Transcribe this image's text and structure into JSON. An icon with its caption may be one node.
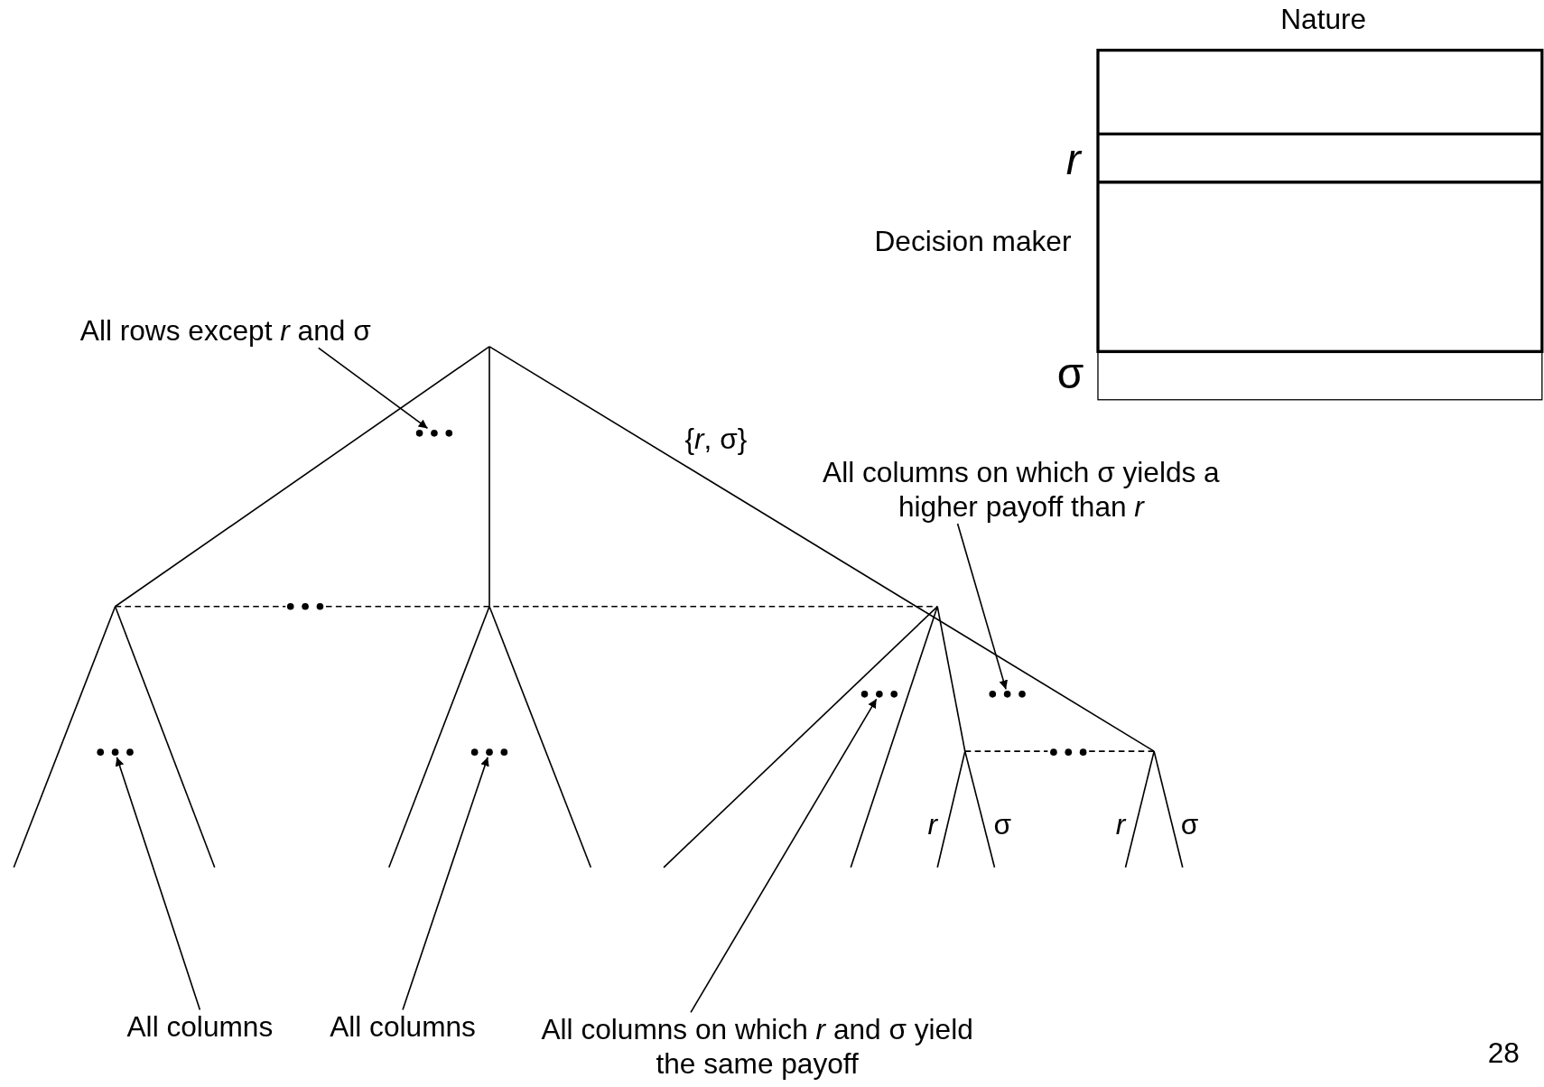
{
  "diagram": {
    "nodes": [
      {
        "text": [
          "All rows except *r* and σ"
        ]
      },
      {
        "text": [],
        "shape": "dots"
      },
      {
        "text": [
          "All columns on which σ yields a higher payoff than *r*"
        ]
      },
      {
        "text": [],
        "shape": "dots"
      },
      {
        "text": [],
        "shape": "dots"
      },
      {
        "text": [],
        "shape": "dots"
      },
      {
        "text": [],
        "shape": "dots"
      },
      {
        "text": [
          "All columns"
        ]
      },
      {
        "text": [
          "All columns"
        ]
      },
      {
        "text": [
          "All columns on which *r* and σ yield the same payoff"
        ]
      }
    ],
    "edges": [
      {
        "from": 0,
        "to": 1,
        "arrow": "to"
      },
      {
        "from": 2,
        "to": 3,
        "arrow": "to"
      },
      {
        "from": 7,
        "to": 4,
        "arrow": "to"
      },
      {
        "from": 8,
        "to": 5,
        "arrow": "to"
      },
      {
        "from": 9,
        "to": 6,
        "arrow": "to"
      }
    ],
    "labels": [
      "Nature",
      "r",
      "Decision maker",
      "σ",
      "{*r*, σ}",
      "r",
      "σ",
      "r",
      "σ",
      "28"
    ]
  }
}
